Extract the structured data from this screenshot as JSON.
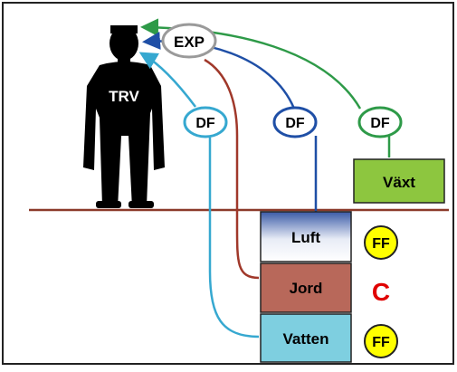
{
  "figure": {
    "person_label": "TRV",
    "exposure_label": "EXP",
    "df_label": "DF",
    "ff_label": "FF",
    "c_label": "C",
    "boxes": {
      "vaxt": "Växt",
      "luft": "Luft",
      "jord": "Jord",
      "vatten": "Vatten"
    }
  },
  "colors": {
    "ground_line": "#8b3a2a",
    "green_path": "#2e9a48",
    "blue_path": "#1f4fa6",
    "red_path": "#a0382a",
    "cyan_path": "#36a8d0",
    "vaxt_fill": "#8dc63f",
    "jord_fill": "#b8685a",
    "vatten_fill": "#7ecfe0",
    "ff_fill": "#ffff00",
    "c_color": "#e00000"
  }
}
